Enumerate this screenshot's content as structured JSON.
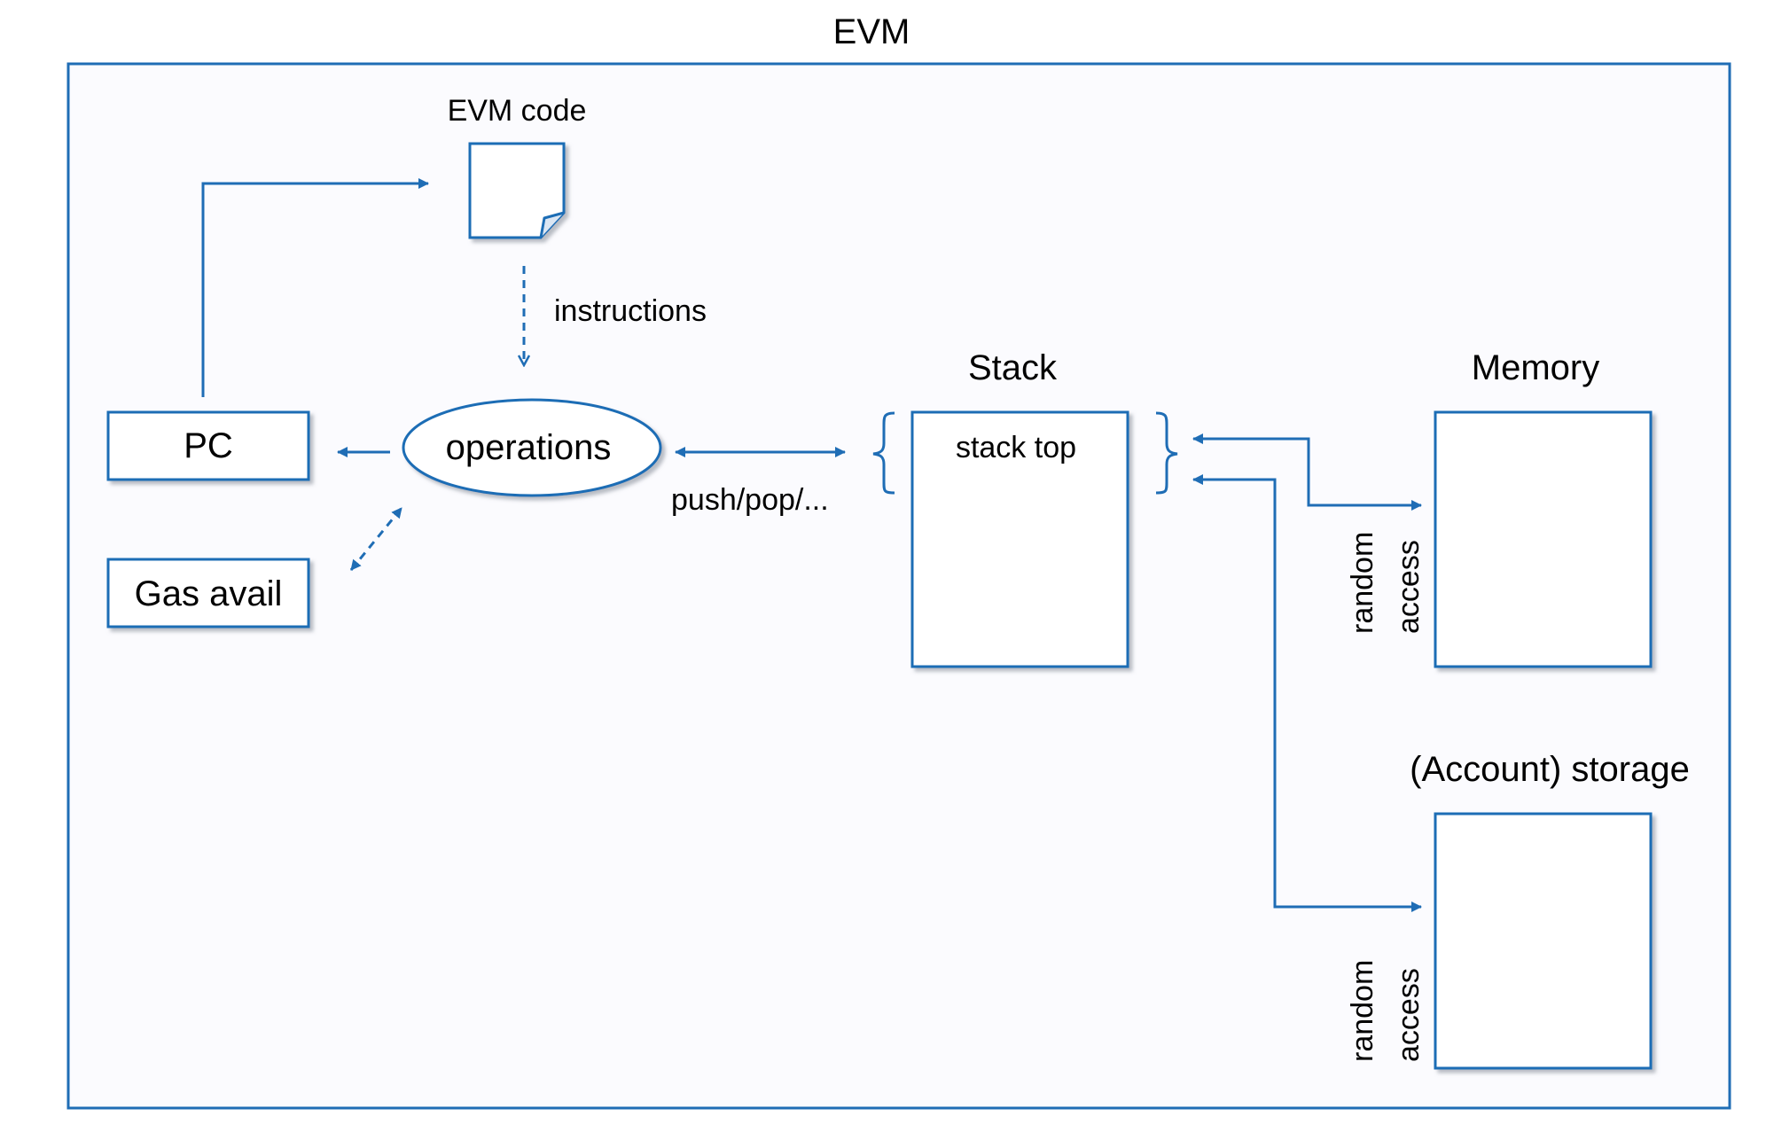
{
  "title": "EVM",
  "evm_code_label": "EVM code",
  "instructions_label": "instructions",
  "pc_label": "PC",
  "gas_label": "Gas avail",
  "operations_label": "operations",
  "push_pop_label": "push/pop/...",
  "stack_label": "Stack",
  "stack_top_label": "stack top",
  "memory_label": "Memory",
  "storage_label": "(Account) storage",
  "random_label": "random",
  "access_label": "access",
  "colors": {
    "line": "#1f6db5",
    "frame_bg": "#fbfbfe",
    "shadow": "#b9bcc4"
  }
}
